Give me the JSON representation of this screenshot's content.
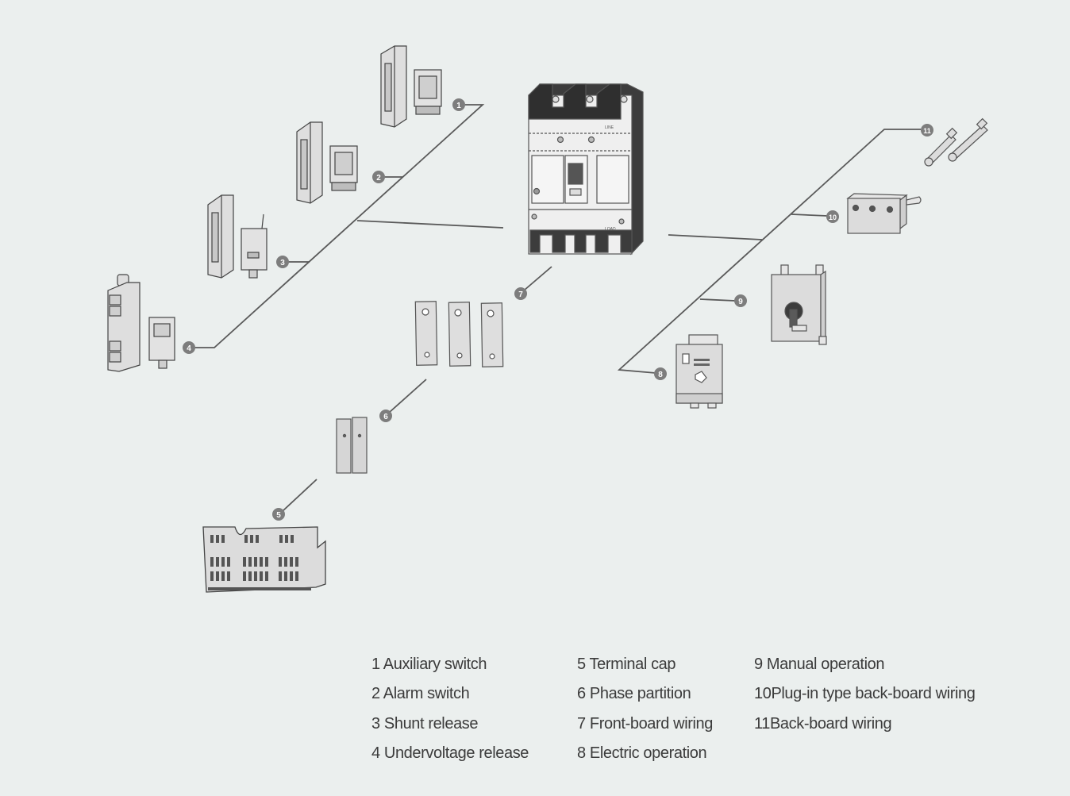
{
  "diagram": {
    "callouts": [
      "1",
      "2",
      "3",
      "4",
      "5",
      "6",
      "7",
      "8",
      "9",
      "10",
      "11"
    ],
    "breaker_marks": {
      "line": "LINE",
      "load": "LOAD"
    }
  },
  "legend": {
    "items": [
      {
        "num": "1",
        "label": "Auxiliary switch"
      },
      {
        "num": "2",
        "label": "Alarm switch"
      },
      {
        "num": "3",
        "label": "Shunt release"
      },
      {
        "num": "4",
        "label": "Undervoltage release"
      },
      {
        "num": "5",
        "label": "Terminal cap"
      },
      {
        "num": "6",
        "label": "Phase partition"
      },
      {
        "num": "7",
        "label": "Front-board wiring"
      },
      {
        "num": "8",
        "label": "Electric operation"
      },
      {
        "num": "9",
        "label": "Manual operation"
      },
      {
        "num": "10",
        "label": "Plug-in type back-board wiring"
      },
      {
        "num": "11",
        "label": "Back-board wiring"
      }
    ]
  },
  "colors": {
    "background": "#ebefee",
    "line": "#5a5a5a",
    "callout": "#7d7d7d",
    "part_fill": "#dcdcdc",
    "dark": "#3c3c3c"
  }
}
